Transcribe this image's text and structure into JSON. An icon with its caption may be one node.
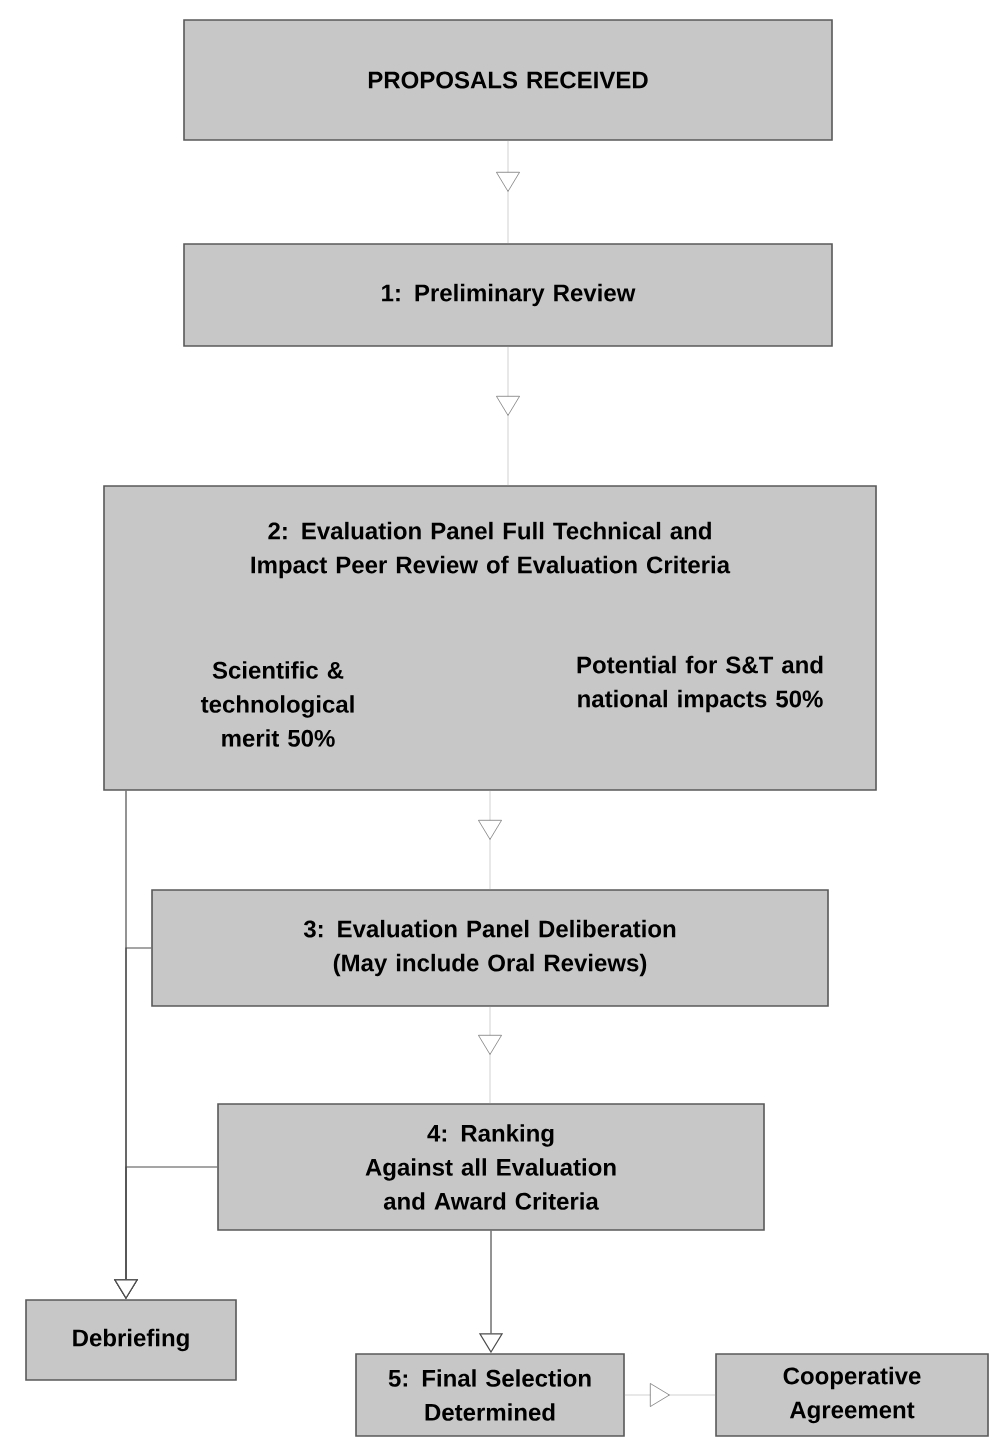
{
  "diagram": {
    "nodes": [
      {
        "text": [
          "PROPOSALS RECEIVED"
        ]
      },
      {
        "text": [
          "1: Preliminary Review"
        ]
      },
      {
        "text": [
          "2: Evaluation Panel Full Technical and Impact Peer Review of Evaluation Criteria",
          "Scientific & technological merit 50%",
          "Potential for S&T and national impacts 50%"
        ]
      },
      {
        "text": [
          "3: Evaluation Panel Deliberation (May include Oral Reviews)"
        ]
      },
      {
        "text": [
          "4: Ranking",
          "Against all Evaluation and Award Criteria"
        ]
      },
      {
        "text": [
          "Debriefing"
        ]
      },
      {
        "text": [
          "5: Final Selection Determined"
        ]
      },
      {
        "text": [
          "Cooperative Agreement"
        ]
      }
    ],
    "edges": [
      {
        "from": 0,
        "to": 1,
        "arrow": "to"
      },
      {
        "from": 1,
        "to": 2,
        "arrow": "to"
      },
      {
        "from": 2,
        "to": 3,
        "arrow": "to"
      },
      {
        "from": 3,
        "to": 4,
        "arrow": "to"
      },
      {
        "from": 2,
        "to": 5,
        "arrow": "to",
        "color": "#4c4c4c"
      },
      {
        "from": 3,
        "to": 5,
        "arrow": "to",
        "color": "#4c4c4c"
      },
      {
        "from": 4,
        "to": 5,
        "arrow": "to",
        "color": "#4c4c4c"
      },
      {
        "from": 4,
        "to": 6,
        "arrow": "to",
        "color": "#4c4c4c"
      },
      {
        "from": 6,
        "to": 7,
        "arrow": "to"
      }
    ]
  }
}
